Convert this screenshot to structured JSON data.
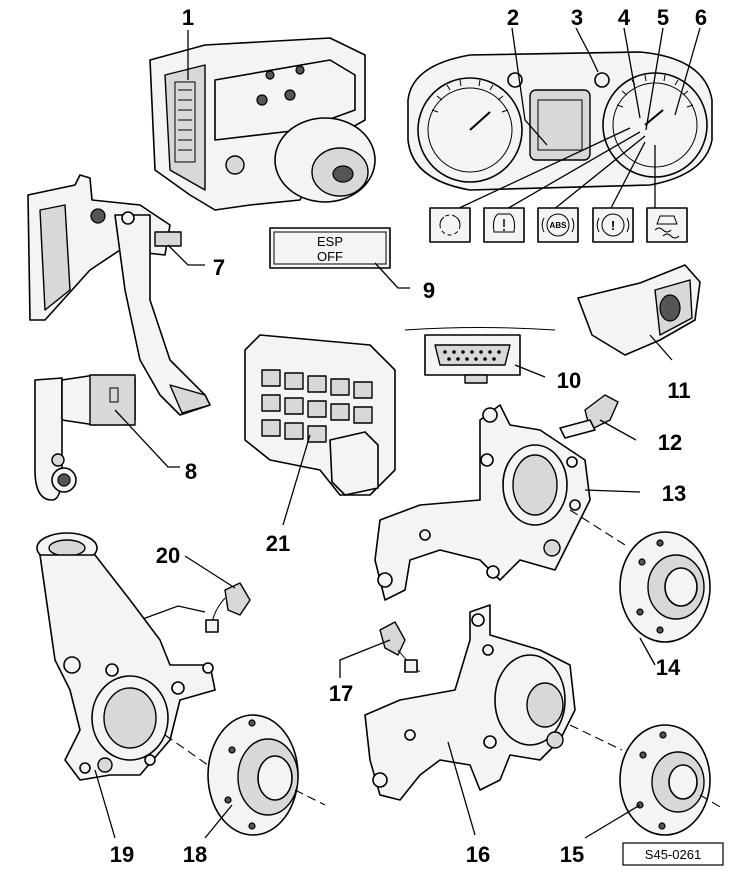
{
  "callouts": [
    "1",
    "2",
    "3",
    "4",
    "5",
    "6",
    "7",
    "8",
    "9",
    "10",
    "11",
    "12",
    "13",
    "14",
    "15",
    "16",
    "17",
    "18",
    "19",
    "20",
    "21"
  ],
  "esp_button": {
    "line1": "ESP",
    "line2": "OFF"
  },
  "warning_lamps": [
    {
      "name": "tpms-lamp",
      "text": ""
    },
    {
      "name": "tire-pressure-lamp",
      "text": ""
    },
    {
      "name": "abs-lamp",
      "text": "ABS"
    },
    {
      "name": "brake-lamp",
      "text": "!"
    },
    {
      "name": "esp-lamp",
      "text": ""
    }
  ],
  "reference_code": "S45-0261"
}
